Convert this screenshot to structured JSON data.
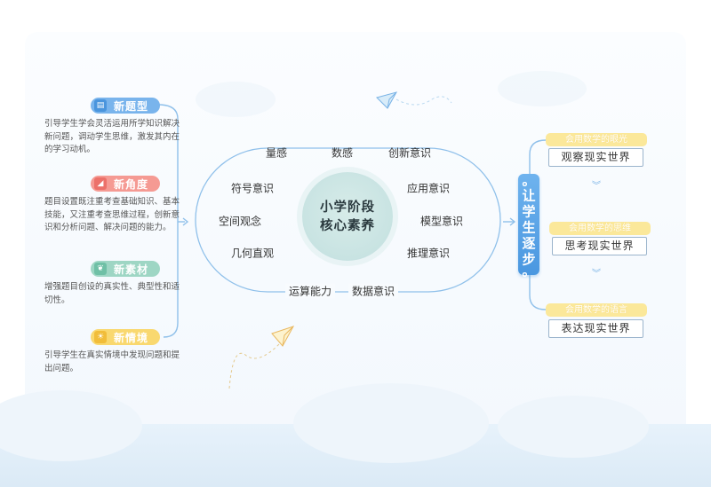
{
  "left": {
    "items": [
      {
        "label": "新题型",
        "desc": "引导学生学会灵活运用所学知识解决新问题，调动学生思维，激发其内在的学习动机。",
        "color": "#79b4ec",
        "badge_color": "#4a95dd"
      },
      {
        "label": "新角度",
        "desc": "题目设置既注重考查基础知识、基本技能，又注重考查思维过程，创新意识和分析问题、解决问题的能力。",
        "color": "#f59a93",
        "badge_color": "#ec716a"
      },
      {
        "label": "新素材",
        "desc": "增强题目创设的真实性、典型性和适切性。",
        "color": "#9ed6c4",
        "badge_color": "#6fc0a6"
      },
      {
        "label": "新情境",
        "desc": "引导学生在真实情境中发现问题和提出问题。",
        "color": "#f9d86f",
        "badge_color": "#f1bd3a"
      }
    ]
  },
  "center": {
    "title_line1": "小学阶段",
    "title_line2": "核心素养",
    "top": [
      "量感",
      "数感",
      "创新意识"
    ],
    "left": [
      "符号意识",
      "空间观念",
      "几何直观"
    ],
    "right": [
      "应用意识",
      "模型意识",
      "推理意识"
    ],
    "bottom": [
      "运算能力",
      "数据意识"
    ]
  },
  "right": {
    "banner": "。让学生逐步。",
    "banner_chars": [
      "。",
      "让",
      "学",
      "生",
      "逐",
      "步",
      "。"
    ],
    "items": [
      {
        "faint": "会用数学的眼光",
        "label": "观察现实世界"
      },
      {
        "faint": "会用数学的思维",
        "label": "思考现实世界"
      },
      {
        "faint": "会用数学的语言",
        "label": "表达现实世界"
      }
    ]
  },
  "colors": {
    "accent": "#4a97e0",
    "ring": "#8fc0ea",
    "yellow": "#fbe89a"
  }
}
